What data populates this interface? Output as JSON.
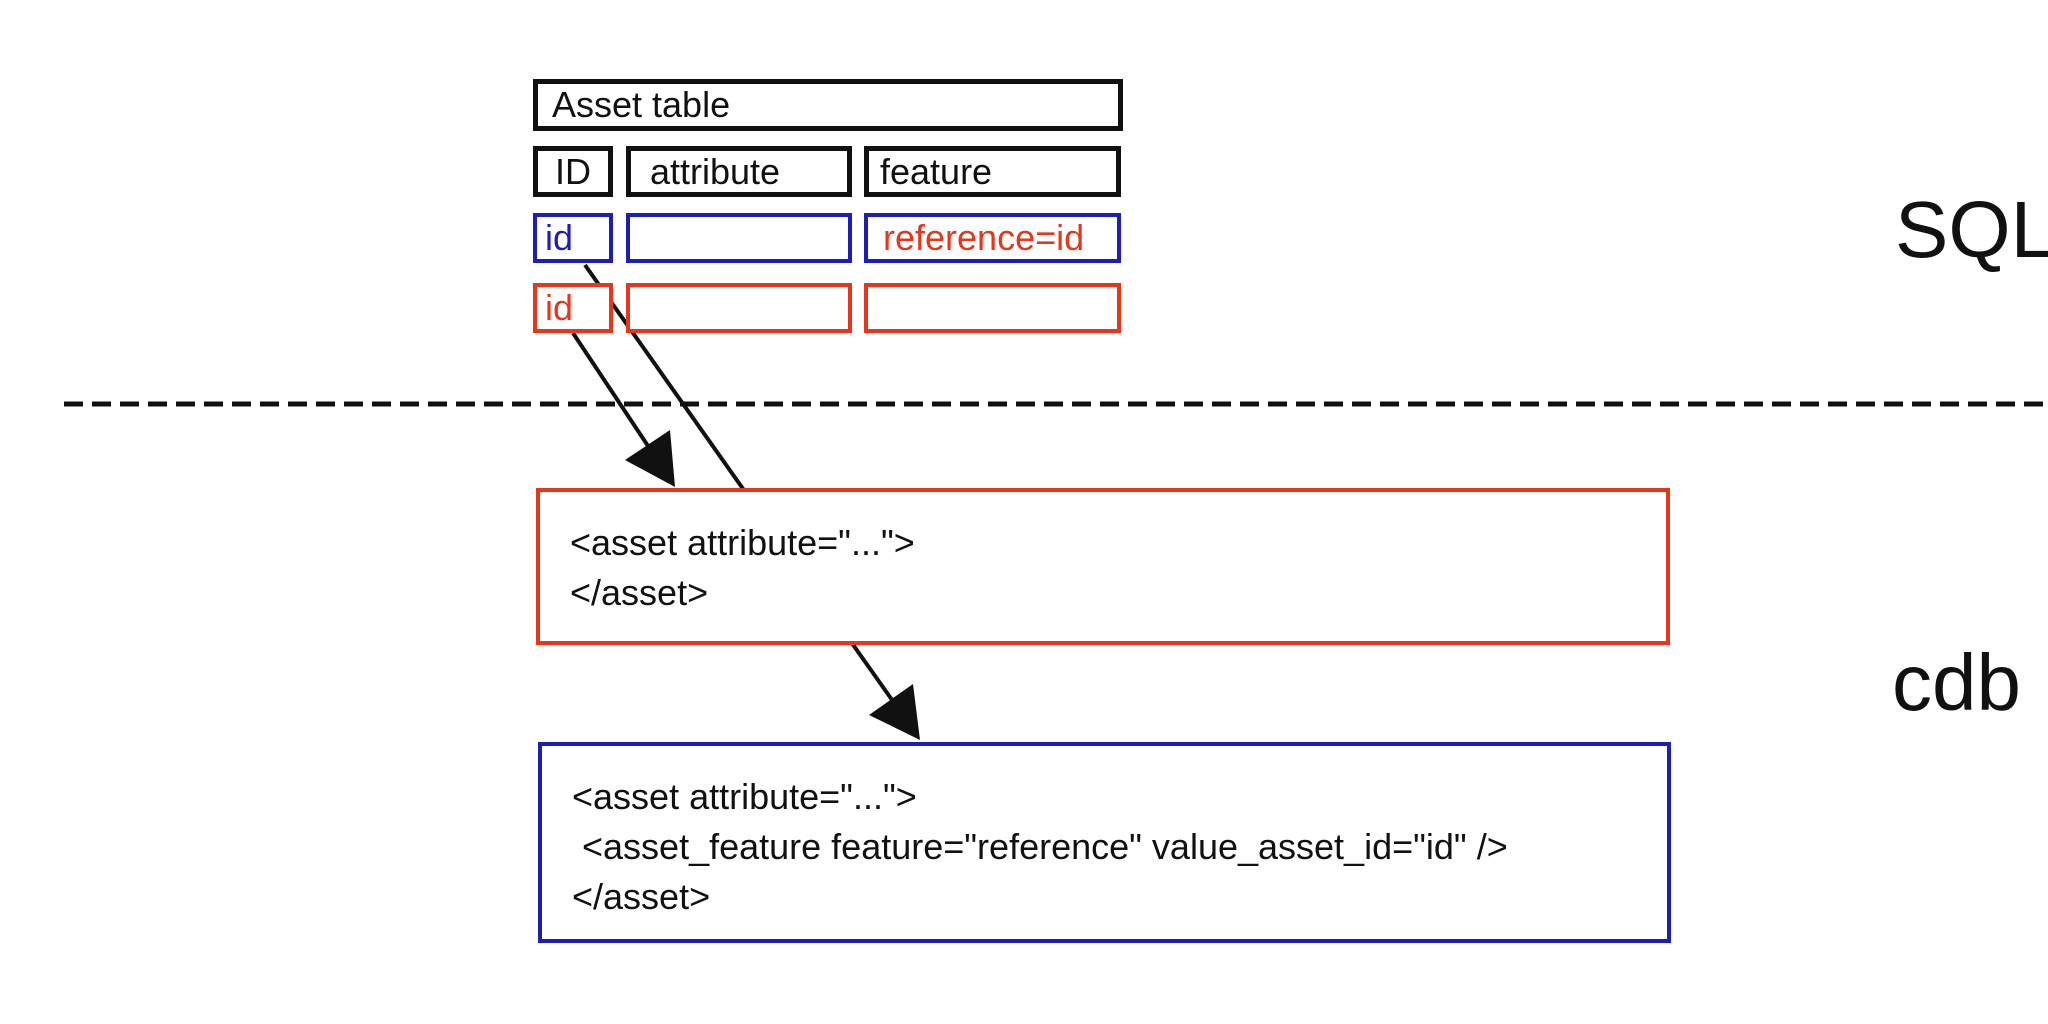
{
  "colors": {
    "red": "#e5371c",
    "blue": "#1e1eb4",
    "ink": "#111111"
  },
  "labels": {
    "sql_region": "SQL",
    "cdb_region": "cdb"
  },
  "table": {
    "title": "Asset table",
    "headers": {
      "id": "ID",
      "attribute": "attribute",
      "feature": "feature"
    },
    "blue_row": {
      "id": "id",
      "attribute": "",
      "feature": "reference=id"
    },
    "red_row": {
      "id": "id",
      "attribute": "",
      "feature": ""
    }
  },
  "xml": {
    "referenced_asset_box": {
      "line1": "<asset attribute=\"...\">",
      "line2": "</asset>"
    },
    "referencing_asset_box": {
      "line1": "<asset attribute=\"...\">",
      "line2": " <asset_feature feature=\"reference\" value_asset_id=\"id\" />",
      "line3": "</asset>"
    }
  }
}
